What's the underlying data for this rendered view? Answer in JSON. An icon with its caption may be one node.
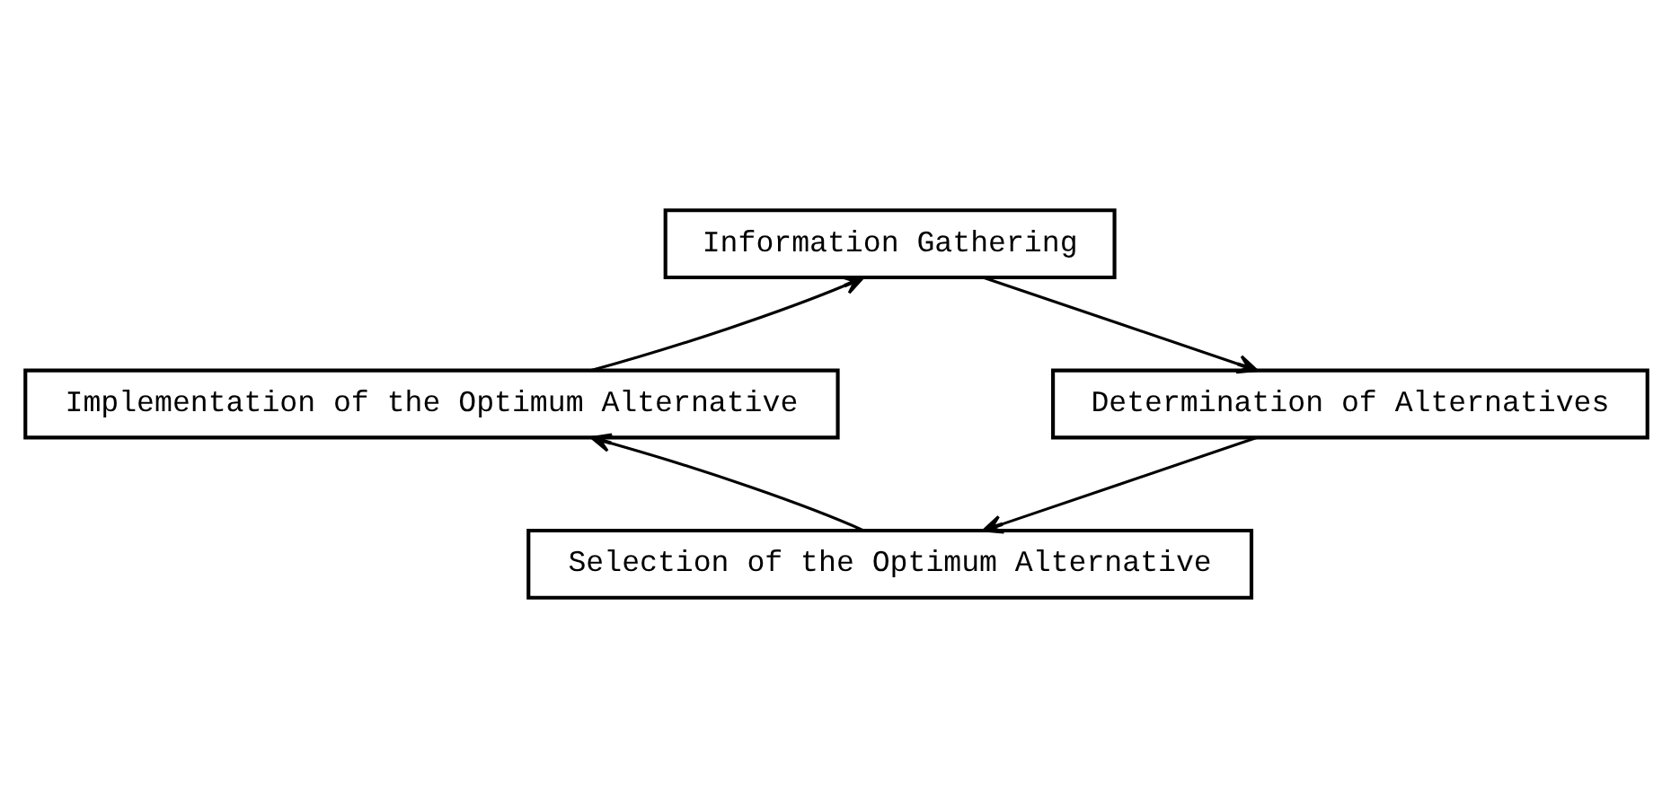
{
  "diagram": {
    "nodes": [
      {
        "text": [
          "Information Gathering"
        ]
      },
      {
        "text": [
          "Implementation of the Optimum Alternative"
        ]
      },
      {
        "text": [
          "Determination of Alternatives"
        ]
      },
      {
        "text": [
          "Selection of the Optimum Alternative"
        ]
      }
    ],
    "edges": [
      {
        "from": 0,
        "to": 2,
        "arrow": "to"
      },
      {
        "from": 2,
        "to": 3,
        "arrow": "to"
      },
      {
        "from": 3,
        "to": 1,
        "arrow": "to"
      },
      {
        "from": 1,
        "to": 0,
        "arrow": "to"
      }
    ]
  }
}
